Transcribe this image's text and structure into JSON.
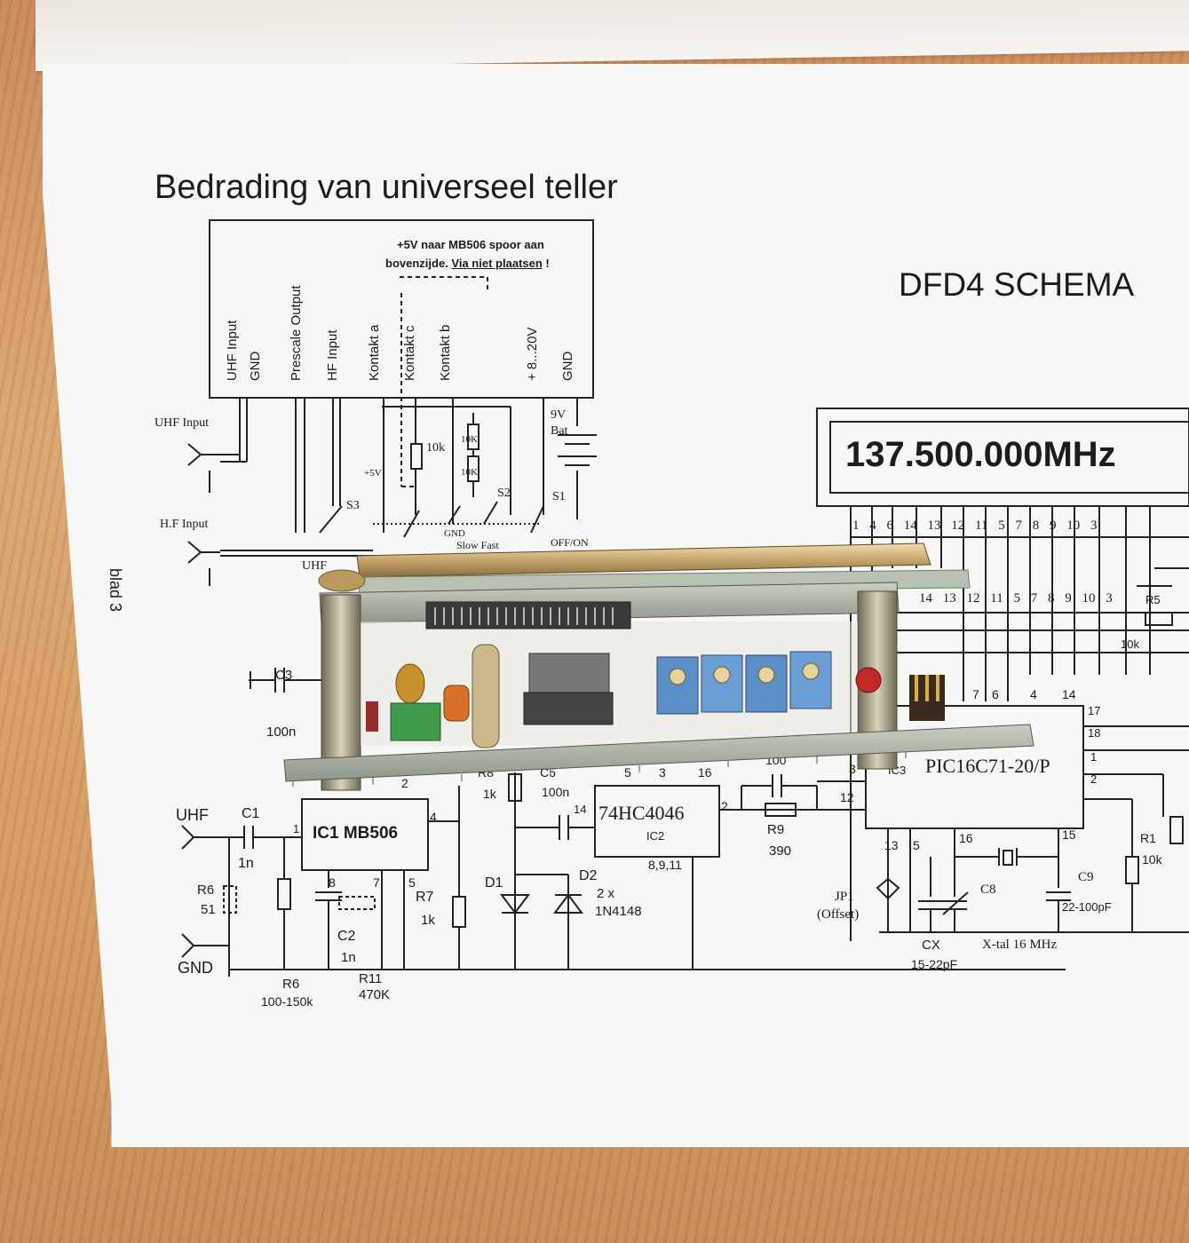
{
  "title": "Bedrading van universeel teller",
  "schema_title": "DFD4 SCHEMA",
  "page_label": "blad 3",
  "display_text": "137.500.000MHz",
  "note_line1": "+5V naar MB506 spoor aan",
  "note_line2": "bovenzijde.",
  "note_line2_underlined": "Via niet plaatsen",
  "note_line2_end": "!",
  "connector_labels": [
    "UHF Input",
    "GND",
    "Prescale Output",
    "HF Input",
    "Kontakt a",
    "Kontakt c",
    "Kontakt b",
    "+ 8...20V",
    "GND"
  ],
  "wiring": {
    "uhf_input": "UHF Input",
    "hf_input": "H.F Input",
    "uhf_short": "UHF",
    "s3": "S3",
    "s2": "S2",
    "s1": "S1",
    "r10k": "10k",
    "r10K_a": "10K",
    "r10K_b": "10K",
    "plus5v": "+5V",
    "battery_9v": "9V",
    "battery_bat": "Bat",
    "gnd": "GND",
    "slow_fast": "Slow  Fast",
    "off_on": "OFF/ON"
  },
  "pins_row1": [
    "1",
    "4",
    "6",
    "14",
    "13",
    "12",
    "11",
    "5",
    "7",
    "8",
    "9",
    "10",
    "3"
  ],
  "pins_row2": [
    "14",
    "13",
    "12",
    "11",
    "5",
    "7",
    "8",
    "9",
    "10",
    "3"
  ],
  "schematic": {
    "c3": "C3",
    "c3_val": "100n",
    "uhf": "UHF",
    "c1": "C1",
    "c1_val": "1n",
    "r6a": "R6",
    "r6a_val": "51",
    "gnd": "GND",
    "ic1": "IC1 MB506",
    "pin1": "1",
    "pin2": "2",
    "pin4": "4",
    "pin5": "5",
    "pin7": "7",
    "pin8": "8",
    "r6b": "R6",
    "r6b_val": "100-150k",
    "c2": "C2",
    "c2_val": "1n",
    "r11": "R11",
    "r11_val": "470K",
    "r7": "R7",
    "r7_val": "1k",
    "r8": "R8",
    "r8_val": "1k",
    "d1": "D1",
    "d2": "D2",
    "d2_val": "2 x",
    "d2_type": "1N4148",
    "c5": "C5",
    "c5_val": "100n",
    "ic2": "74HC4046",
    "ic2_lbl": "IC2",
    "ic2_gnd": "8,9,11",
    "ic2_p5": "5",
    "ic2_p3": "3",
    "ic2_p16": "16",
    "ic2_p14": "14",
    "ic2_p2": "2",
    "r9": "R9",
    "r9_val": "390",
    "c_top": "100",
    "ic3": "IC3",
    "ic3_type": "PIC16C71-20/P",
    "ic3_pins_top": [
      "7",
      "6",
      "4",
      "14"
    ],
    "p17": "17",
    "p18": "18",
    "p1": "1",
    "p2": "2",
    "p3": "3",
    "p12": "12",
    "p13": "13",
    "p5": "5",
    "p16": "16",
    "p15": "15",
    "r5": "R5",
    "r5_val": "10k",
    "r1": "R1",
    "r1_val": "10k",
    "jp1": "JP1",
    "jp1_val": "(Offset)",
    "cx": "CX",
    "cx_val": "15-22pF",
    "c8": "C8",
    "c9": "C9",
    "c9_val": "22-100pF",
    "xtal": "X-tal 16 MHz"
  }
}
